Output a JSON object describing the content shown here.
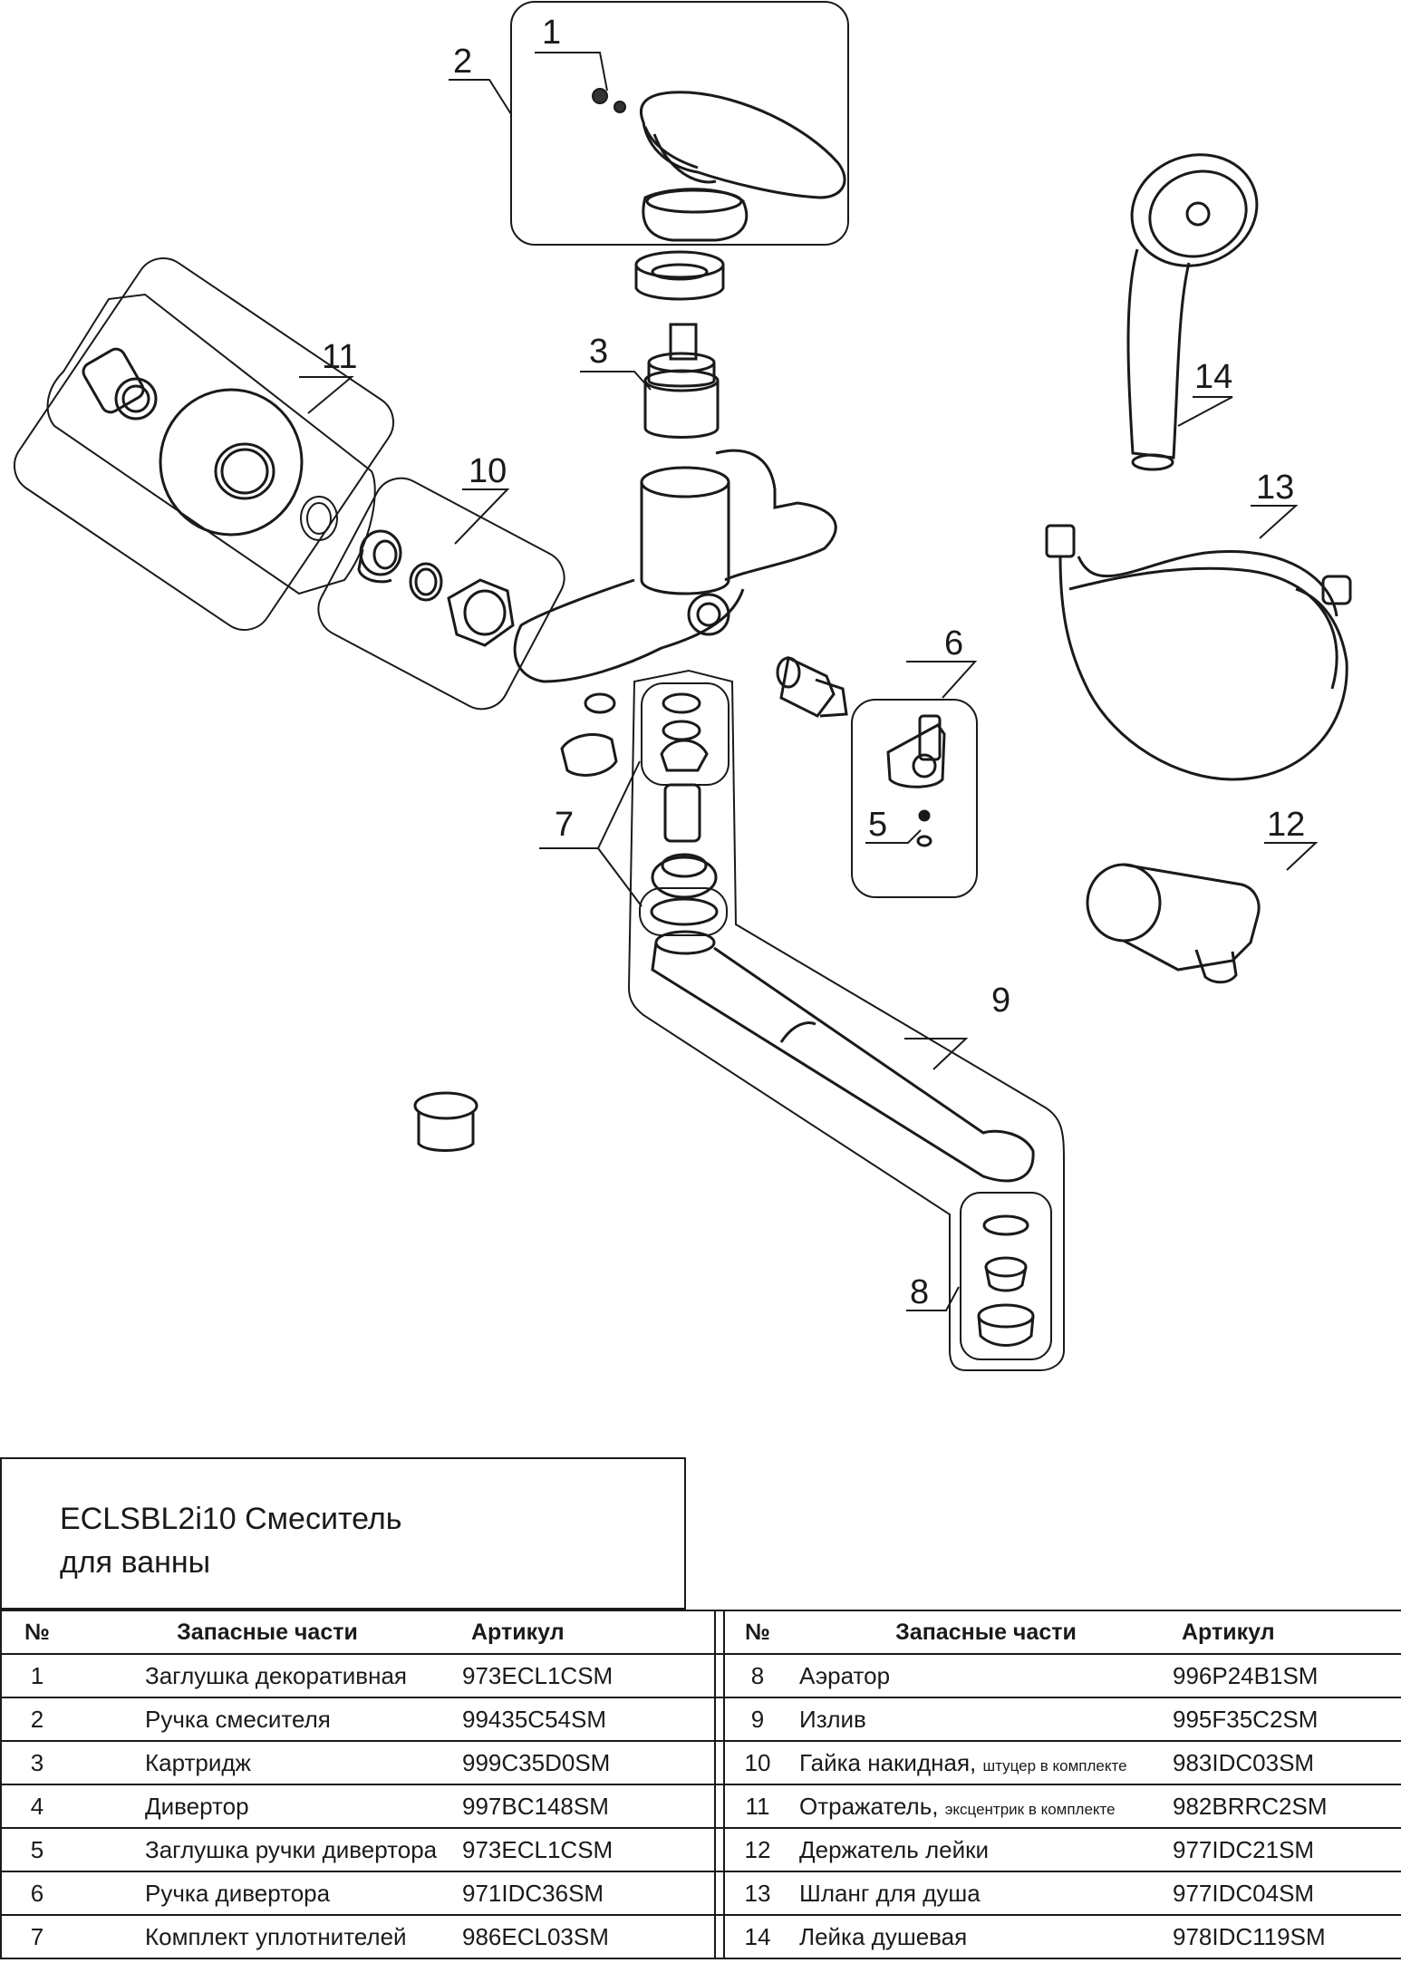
{
  "callouts": {
    "c1": "1",
    "c2": "2",
    "c3": "3",
    "c5": "5",
    "c6": "6",
    "c7": "7",
    "c8": "8",
    "c9": "9",
    "c10": "10",
    "c11": "11",
    "c12": "12",
    "c13": "13",
    "c14": "14"
  },
  "title": {
    "line1": "ECLSBL2i10 Смеситель",
    "line2": "для ванны"
  },
  "table": {
    "headers": {
      "no": "№",
      "name": "Запасные части",
      "sku": "Артикул"
    },
    "left_rows": [
      {
        "no": "1",
        "name": "Заглушка декоративная",
        "sku": "973ECL1CSM"
      },
      {
        "no": "2",
        "name": "Ручка смесителя",
        "sku": "99435C54SM"
      },
      {
        "no": "3",
        "name": "Картридж",
        "sku": "999C35D0SM"
      },
      {
        "no": "4",
        "name": "Дивертор",
        "sku": "997BC148SM"
      },
      {
        "no": "5",
        "name": "Заглушка ручки дивертора",
        "sku": "973ECL1CSM"
      },
      {
        "no": "6",
        "name": "Ручка дивертора",
        "sku": "971IDC36SM"
      },
      {
        "no": "7",
        "name": "Комплект уплотнителей",
        "sku": "986ECL03SM"
      }
    ],
    "right_rows": [
      {
        "no": "8",
        "name": "Аэратор",
        "note": "",
        "sku": "996P24B1SM"
      },
      {
        "no": "9",
        "name": "Излив",
        "note": "",
        "sku": "995F35C2SM"
      },
      {
        "no": "10",
        "name": "Гайка накидная,",
        "note": "штуцер в комплекте",
        "sku": "983IDC03SM"
      },
      {
        "no": "11",
        "name": "Отражатель,",
        "note": "эксцентрик в комплекте",
        "sku": "982BRRC2SM"
      },
      {
        "no": "12",
        "name": "Держатель лейки",
        "note": "",
        "sku": "977IDC21SM"
      },
      {
        "no": "13",
        "name": "Шланг для душа",
        "note": "",
        "sku": "977IDC04SM"
      },
      {
        "no": "14",
        "name": "Лейка душевая",
        "note": "",
        "sku": "978IDC119SM"
      }
    ]
  }
}
